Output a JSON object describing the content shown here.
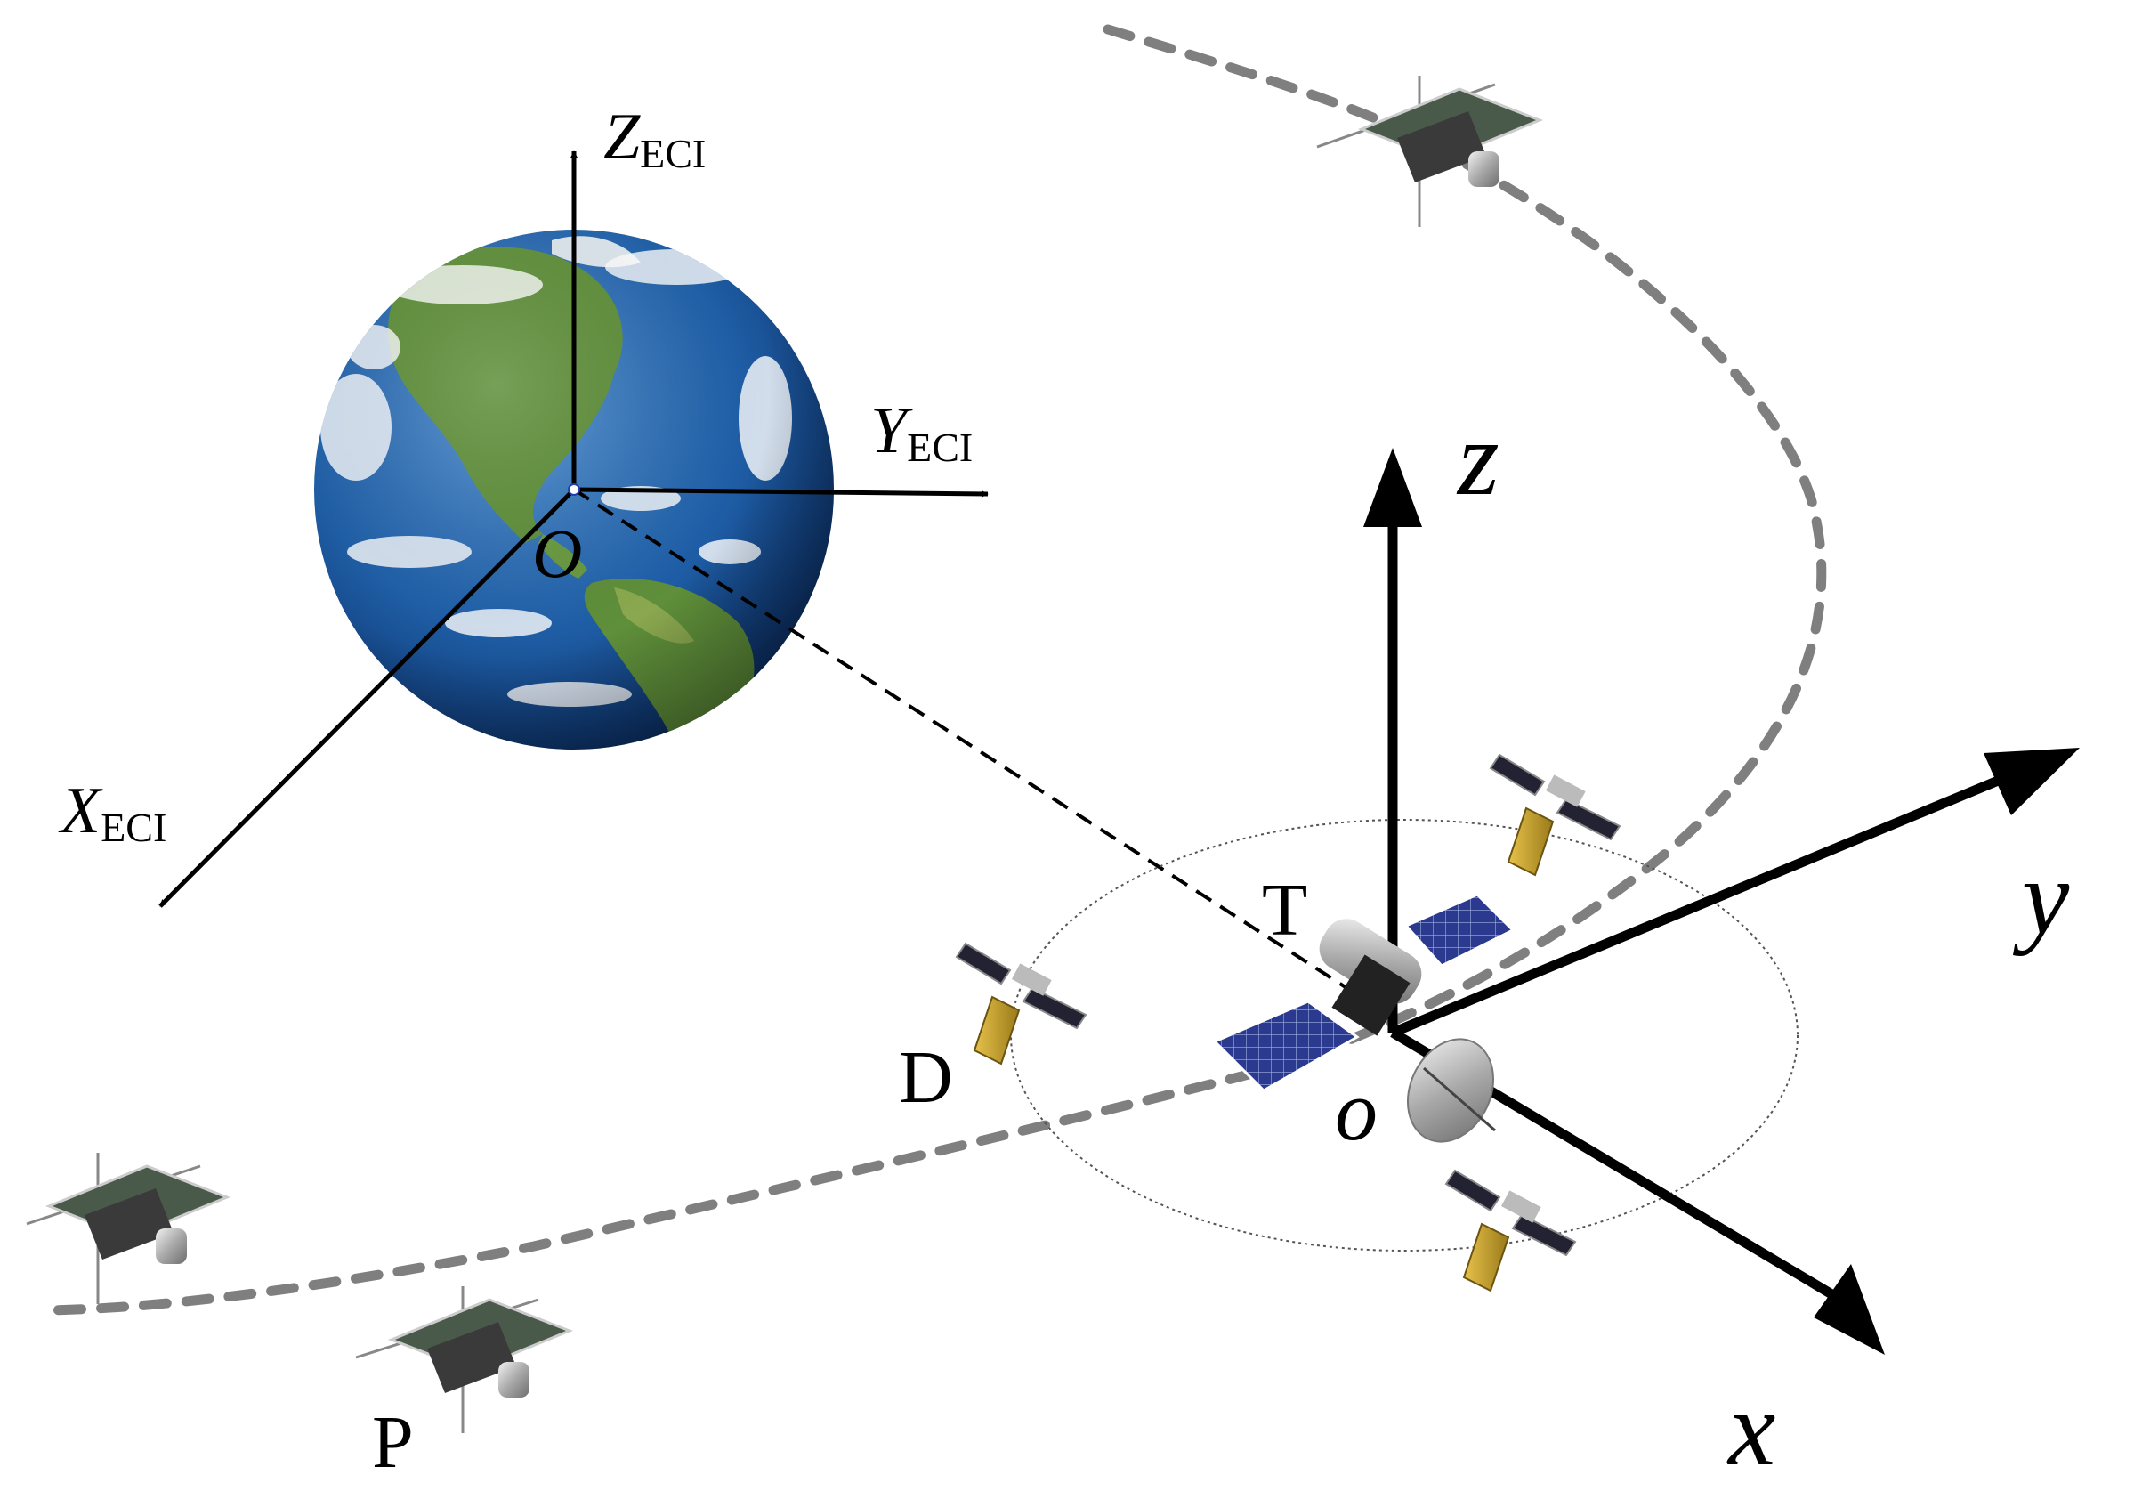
{
  "eci_frame": {
    "z_axis": {
      "symbol": "Z",
      "subscript": "ECI"
    },
    "y_axis": {
      "symbol": "Y",
      "subscript": "ECI"
    },
    "x_axis": {
      "symbol": "X",
      "subscript": "ECI"
    },
    "origin": "O"
  },
  "local_frame": {
    "z_axis": "z",
    "y_axis": "y",
    "x_axis": "x",
    "origin": "o"
  },
  "satellites": {
    "target": "T",
    "deputy": "D",
    "pursuer": "P"
  },
  "colors": {
    "axis": "#000000",
    "orbit_path": "#7f7f7f",
    "formation_ring": "#555555",
    "ocean": "#1f5fa8",
    "land": "#5f8f3a",
    "solar_panel": "#2b3a8f",
    "gold_panel": "#c9a227"
  },
  "icons": [
    "earth-icon",
    "satellite-icon",
    "cubesat-icon",
    "sar-satellite-icon"
  ]
}
